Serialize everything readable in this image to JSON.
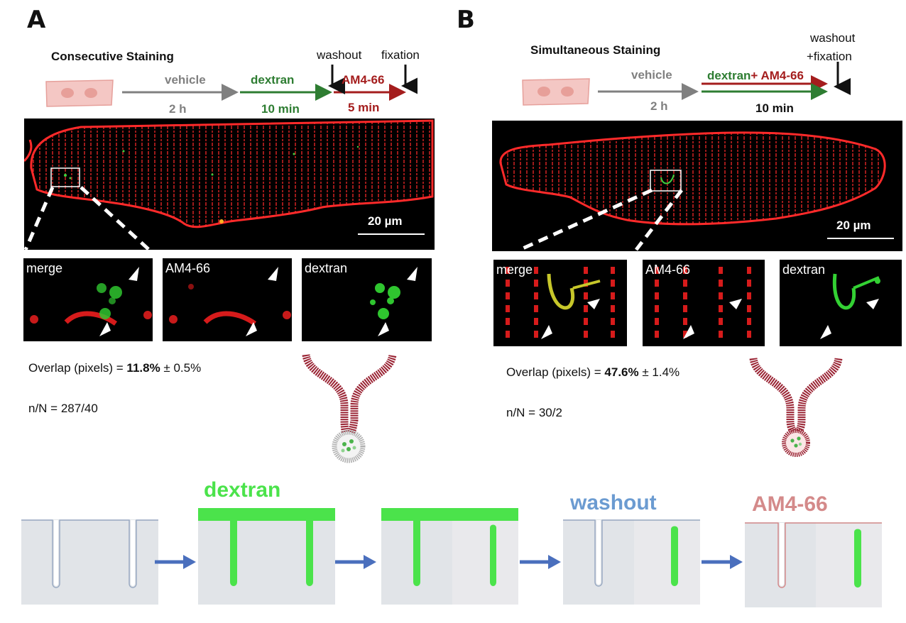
{
  "panel_a": {
    "letter": "A",
    "title": "Consecutive Staining",
    "steps": {
      "vehicle": "vehicle",
      "vehicle_time": "2 h",
      "dextran": "dextran",
      "dextran_time": "10 min",
      "am": "AM4-66",
      "am_time": "5 min",
      "washout": "washout",
      "fixation": "fixation"
    },
    "scale_bar": "20 µm",
    "insets": [
      "merge",
      "AM4-66",
      "dextran"
    ],
    "overlap_prefix": "Overlap (pixels) = ",
    "overlap_value": "11.8%",
    "overlap_err": " ± 0.5%",
    "n": "n/N = 287/40"
  },
  "panel_b": {
    "letter": "B",
    "title": "Simultaneous Staining",
    "steps": {
      "vehicle": "vehicle",
      "vehicle_time": "2 h",
      "dextran": "dextran",
      "am": "+ AM4-66",
      "combined_time": "10 min",
      "washout": "washout",
      "fixation": "+fixation"
    },
    "scale_bar": "20 µm",
    "insets": [
      "merge",
      "AM4-66",
      "dextran"
    ],
    "overlap_prefix": "Overlap (pixels) = ",
    "overlap_value": "47.6%",
    "overlap_err": " ± 1.4%",
    "n": "n/N = 30/2"
  },
  "bottom": {
    "dextran": "dextran",
    "washout": "washout",
    "am": "AM4-66"
  },
  "colors": {
    "red": "#a41d1d",
    "green": "#2e7d32",
    "grey": "#808080",
    "bright_green": "#4be34b",
    "blue": "#4a6fbd",
    "washout_blue": "#6b9bd1",
    "am_pink": "#d48a8a",
    "cell_grey": "#e1e4e8"
  }
}
